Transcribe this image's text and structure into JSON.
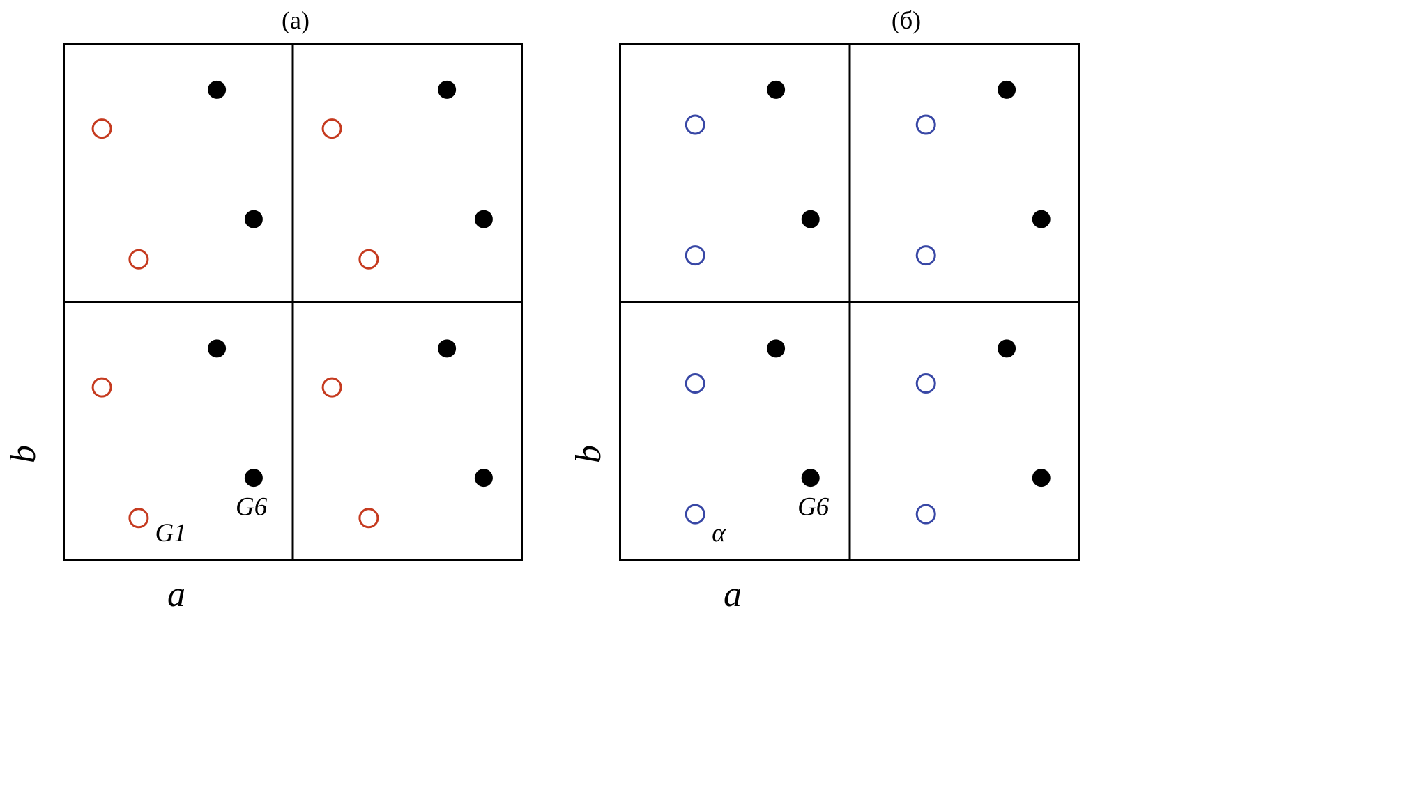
{
  "figure": {
    "background": "#ffffff",
    "line_color": "#000000",
    "line_width": 3,
    "panels": [
      {
        "key": "panel-a",
        "title": "(а)",
        "axis_x_label": "a",
        "axis_y_label": "b",
        "grid": {
          "cols": 2,
          "rows": 2
        },
        "atom_radius": 13,
        "open_stroke": "#c53a1f",
        "open_stroke_width": 3,
        "filled_fill": "#000000",
        "motif": [
          {
            "fx": 0.67,
            "fy": 0.18,
            "kind": "filled"
          },
          {
            "fx": 0.17,
            "fy": 0.33,
            "kind": "open"
          },
          {
            "fx": 0.83,
            "fy": 0.68,
            "kind": "filled"
          },
          {
            "fx": 0.33,
            "fy": 0.835,
            "kind": "open"
          }
        ],
        "annotations": [
          {
            "text": "G1",
            "fx": 0.235,
            "fy": 0.962
          },
          {
            "text": "G6",
            "fx": 0.41,
            "fy": 0.912
          }
        ]
      },
      {
        "key": "panel-b",
        "title": "(б)",
        "axis_x_label": "a",
        "axis_y_label": "b",
        "grid": {
          "cols": 2,
          "rows": 2
        },
        "atom_radius": 13,
        "open_stroke": "#3847a5",
        "open_stroke_width": 3,
        "filled_fill": "#000000",
        "motif": [
          {
            "fx": 0.68,
            "fy": 0.18,
            "kind": "filled"
          },
          {
            "fx": 0.33,
            "fy": 0.315,
            "kind": "open"
          },
          {
            "fx": 0.83,
            "fy": 0.68,
            "kind": "filled"
          },
          {
            "fx": 0.33,
            "fy": 0.82,
            "kind": "open"
          }
        ],
        "annotations": [
          {
            "text": "α",
            "fx": 0.216,
            "fy": 0.962
          },
          {
            "text": "G6",
            "fx": 0.421,
            "fy": 0.912
          }
        ]
      }
    ]
  }
}
